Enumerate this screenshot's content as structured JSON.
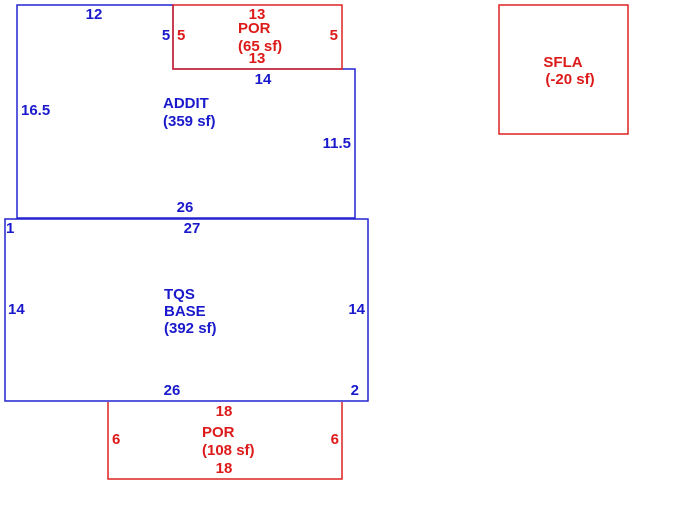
{
  "colors": {
    "blue": "#2323d0",
    "red": "#dd2222"
  },
  "areas": {
    "addit": {
      "name": "ADDIT",
      "area": "(359 sf)",
      "dims": {
        "top": "12",
        "step_vertical": "5",
        "step_horizontal": "14",
        "left": "16.5",
        "right": "11.5",
        "bottom": "26"
      }
    },
    "por_top": {
      "name": "POR",
      "area": "(65 sf)",
      "dims": {
        "top": "13",
        "bottom": "13",
        "left": "5",
        "right": "5"
      }
    },
    "base": {
      "name_line1": "TQS",
      "name_line2": "BASE",
      "area": "(392 sf)",
      "dims": {
        "top": "27",
        "left": "14",
        "right": "14",
        "bottom": "26",
        "step_top": "1",
        "step_bottom": "2"
      }
    },
    "por_bottom": {
      "name": "POR",
      "area": "(108 sf)",
      "dims": {
        "top": "18",
        "bottom": "18",
        "left": "6",
        "right": "6"
      }
    },
    "sfla": {
      "name": "SFLA",
      "area": "(-20 sf)"
    }
  }
}
